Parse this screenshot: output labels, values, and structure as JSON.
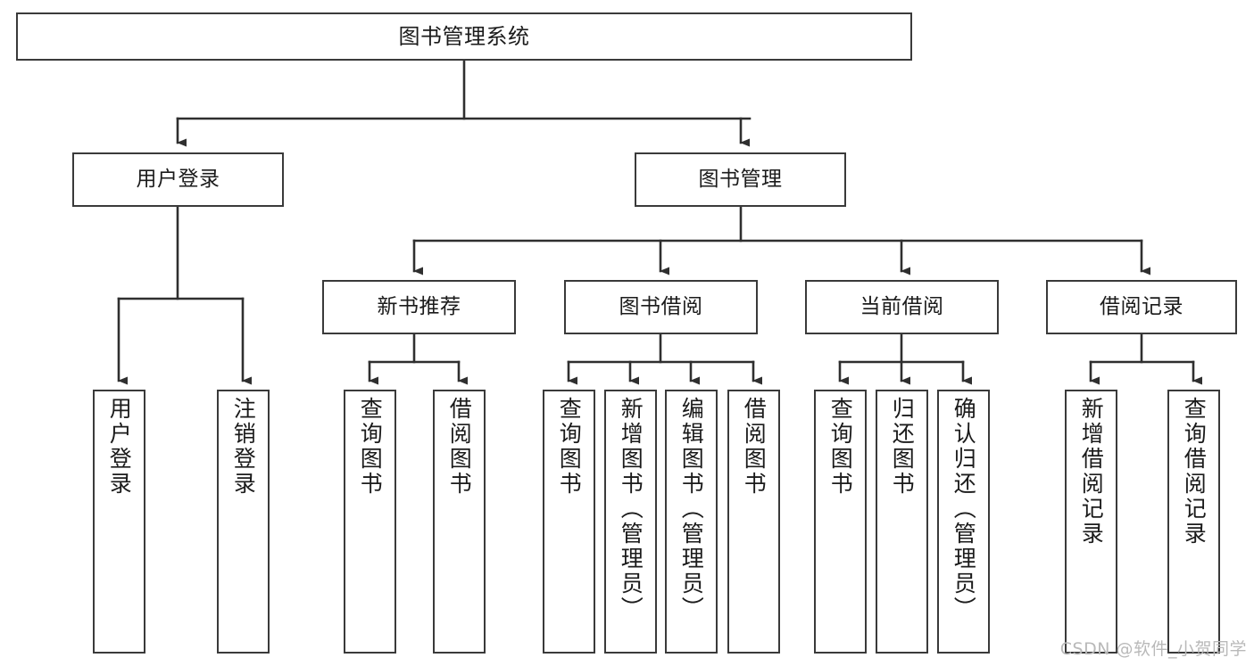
{
  "diagram": {
    "title": "图书管理系统",
    "type": "tree-hierarchy",
    "watermark": "CSDN @软件_小贺同学",
    "colors": {
      "box_border": "#3a3a3a",
      "box_fill": "#ffffff",
      "edge": "#2f2f2f",
      "text": "#1b1b1b",
      "watermark": "#b9b9b9",
      "background": "#ffffff"
    },
    "levels": {
      "root": {
        "label": "图书管理系统"
      },
      "level2": [
        {
          "id": "user-login",
          "label": "用户登录"
        },
        {
          "id": "book-manage",
          "label": "图书管理"
        }
      ],
      "level3": [
        {
          "id": "new-book-recommend",
          "label": "新书推荐",
          "parent": "book-manage"
        },
        {
          "id": "book-borrow",
          "label": "图书借阅",
          "parent": "book-manage"
        },
        {
          "id": "current-borrow",
          "label": "当前借阅",
          "parent": "book-manage"
        },
        {
          "id": "borrow-record",
          "label": "借阅记录",
          "parent": "book-manage"
        }
      ],
      "leaves": [
        {
          "id": "leaf-user-login",
          "label": "用户登录",
          "parent": "user-login"
        },
        {
          "id": "leaf-logout-login",
          "label": "注销登录",
          "parent": "user-login"
        },
        {
          "id": "leaf-query-book-1",
          "label": "查询图书",
          "parent": "new-book-recommend"
        },
        {
          "id": "leaf-borrow-book-1",
          "label": "借阅图书",
          "parent": "new-book-recommend"
        },
        {
          "id": "leaf-query-book-2",
          "label": "查询图书",
          "parent": "book-borrow"
        },
        {
          "id": "leaf-add-book",
          "label": "新增图书（管理员）",
          "parent": "book-borrow"
        },
        {
          "id": "leaf-edit-book",
          "label": "编辑图书（管理员）",
          "parent": "book-borrow"
        },
        {
          "id": "leaf-borrow-book-2",
          "label": "借阅图书",
          "parent": "book-borrow"
        },
        {
          "id": "leaf-query-book-3",
          "label": "查询图书",
          "parent": "current-borrow"
        },
        {
          "id": "leaf-return-book",
          "label": "归还图书",
          "parent": "current-borrow"
        },
        {
          "id": "leaf-confirm-return",
          "label": "确认归还（管理员）",
          "parent": "current-borrow"
        },
        {
          "id": "leaf-add-record",
          "label": "新增借阅记录",
          "parent": "borrow-record"
        },
        {
          "id": "leaf-query-record",
          "label": "查询借阅记录",
          "parent": "borrow-record"
        }
      ]
    }
  }
}
